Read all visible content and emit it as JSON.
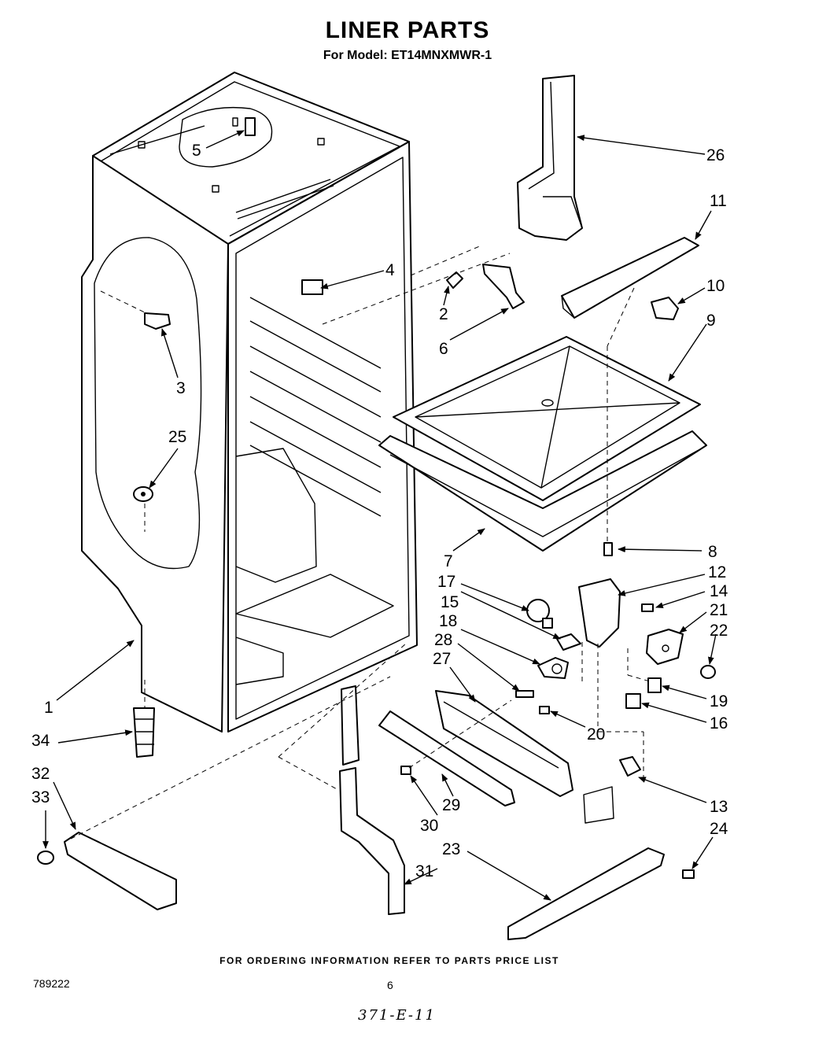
{
  "title": "LINER PARTS",
  "subtitle": "For Model: ET14MNXMWR-1",
  "footer": "FOR ORDERING INFORMATION REFER TO PARTS PRICE LIST",
  "doc_number": "789222",
  "page_number": "6",
  "handwritten_note": "371-E-11",
  "callouts": [
    "1",
    "2",
    "3",
    "4",
    "5",
    "6",
    "7",
    "8",
    "9",
    "10",
    "11",
    "12",
    "13",
    "14",
    "15",
    "16",
    "17",
    "18",
    "19",
    "20",
    "21",
    "22",
    "23",
    "24",
    "25",
    "26",
    "27",
    "28",
    "29",
    "30",
    "31",
    "32",
    "33",
    "34"
  ]
}
